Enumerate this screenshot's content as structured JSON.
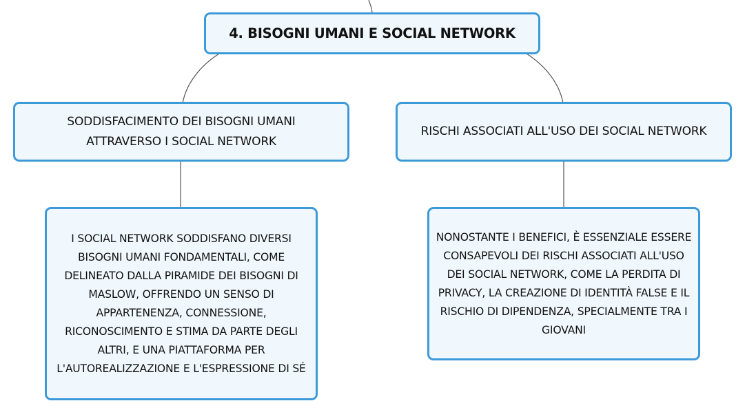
{
  "mindmap": {
    "root": {
      "label": "4. BISOGNI UMANI E SOCIAL NETWORK"
    },
    "branches": [
      {
        "label": "SODDISFACIMENTO DEI BISOGNI UMANI ATTRAVERSO I SOCIAL NETWORK",
        "detail": "I SOCIAL NETWORK SODDISFANO DIVERSI BISOGNI UMANI FONDAMENTALI, COME DELINEATO DALLA PIRAMIDE DEI BISOGNI DI MASLOW, OFFRENDO UN SENSO DI APPARTENENZA, CONNESSIONE, RICONOSCIMENTO E STIMA DA PARTE DEGLI ALTRI, E UNA PIATTAFORMA PER L'AUTOREALIZZAZIONE E L'ESPRESSIONE DI SÉ"
      },
      {
        "label": "RISCHI ASSOCIATI ALL'USO DEI SOCIAL NETWORK",
        "detail": "NONOSTANTE I BENEFICI, È ESSENZIALE ESSERE CONSAPEVOLI DEI RISCHI ASSOCIATI ALL'USO DEI SOCIAL NETWORK, COME LA PERDITA DI PRIVACY, LA CREAZIONE DI IDENTITÀ FALSE E IL RISCHIO DI DIPENDENZA, SPECIALMENTE TRA I GIOVANI"
      }
    ]
  },
  "colors": {
    "node_border": "#3d9ad9",
    "node_fill": "#f1f8fd",
    "connector": "#555555",
    "text": "#111111"
  }
}
